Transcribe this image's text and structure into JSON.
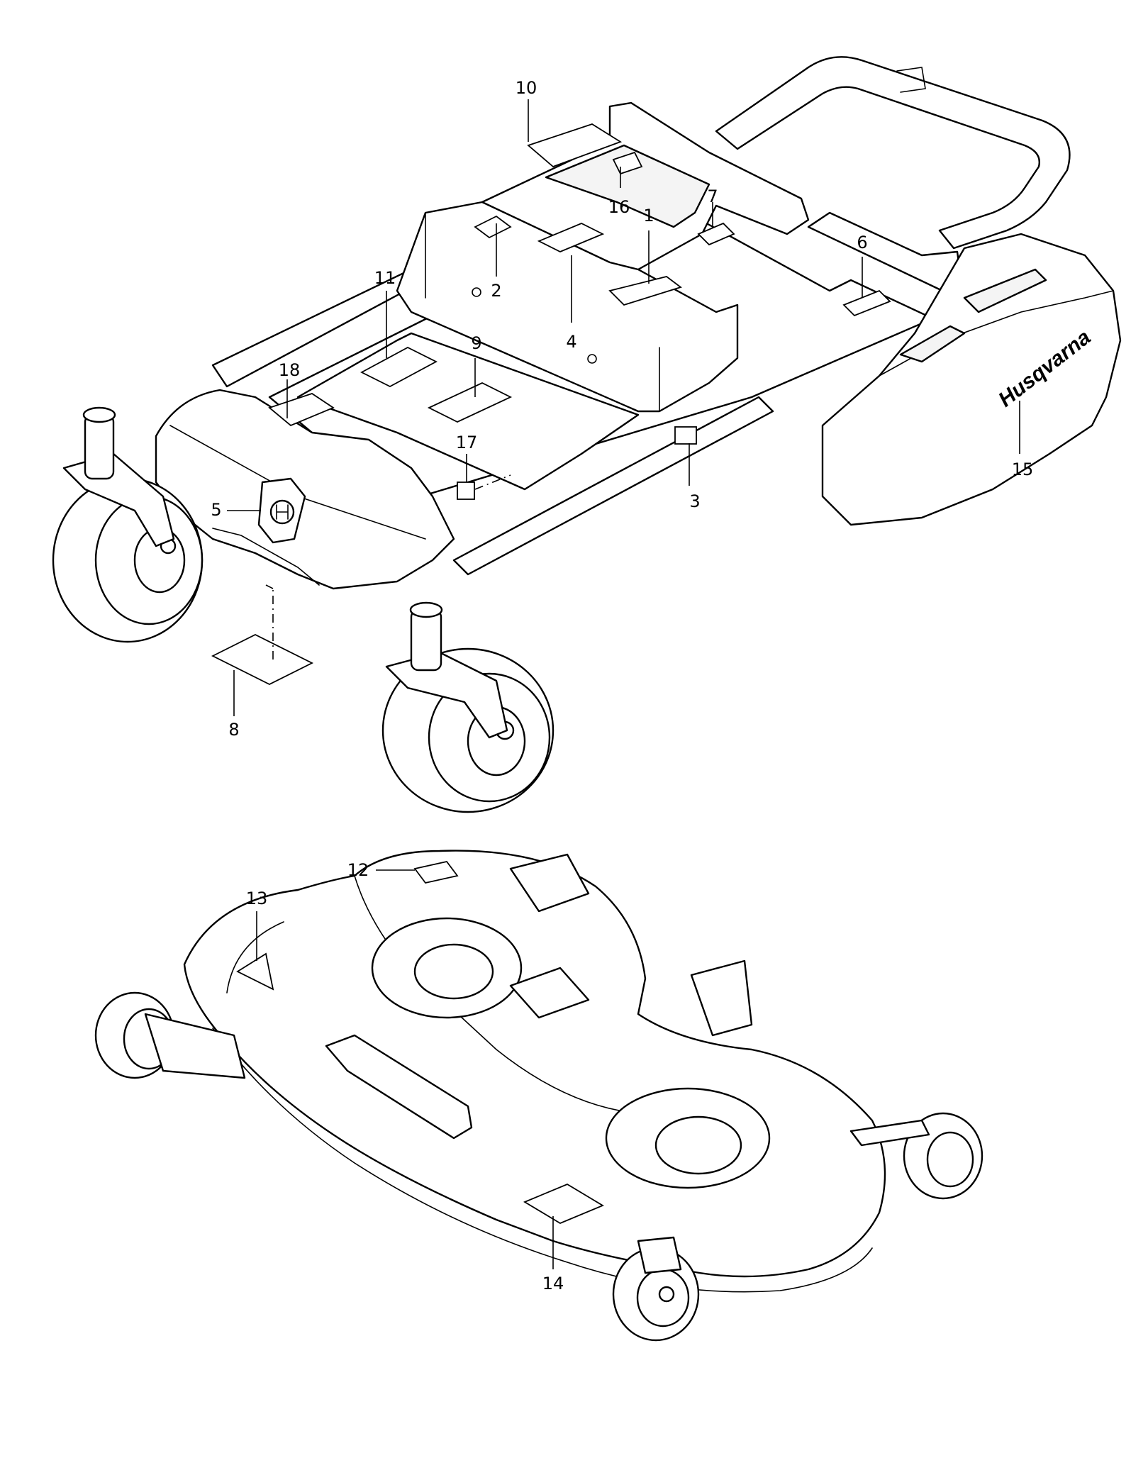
{
  "diagram": {
    "brand_mark": "Husqvarna",
    "callouts": [
      "1",
      "2",
      "3",
      "4",
      "5",
      "6",
      "7",
      "8",
      "9",
      "10",
      "11",
      "12",
      "13",
      "14",
      "15",
      "16",
      "17",
      "18"
    ]
  }
}
